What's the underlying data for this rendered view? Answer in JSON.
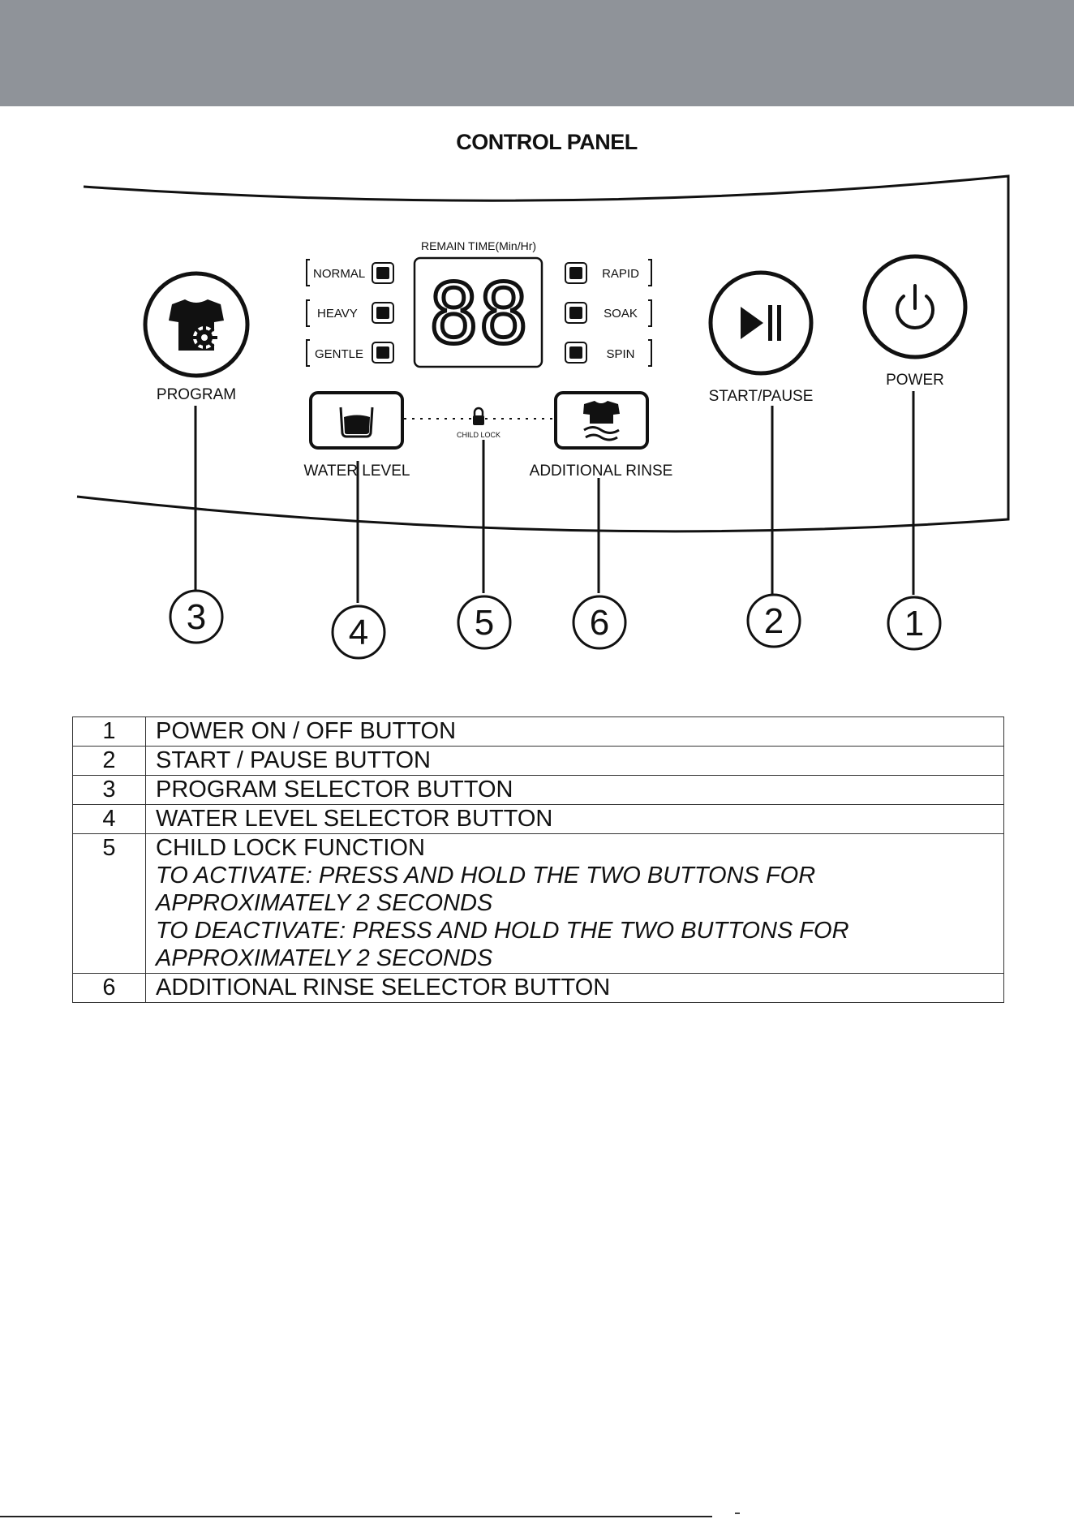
{
  "page": {
    "title": "CONTROL PANEL"
  },
  "panel": {
    "display_label": "REMAIN TIME(Min/Hr)",
    "display_digits": "88",
    "left_programs": [
      "NORMAL",
      "HEAVY",
      "GENTLE"
    ],
    "right_programs": [
      "RAPID",
      "SOAK",
      "SPIN"
    ],
    "program_label": "PROGRAM",
    "start_pause_label": "START/PAUSE",
    "power_label": "POWER",
    "water_level_label": "WATER LEVEL",
    "child_lock_label": "CHILD LOCK",
    "additional_rinse_label": "ADDITIONAL RINSE",
    "callouts": {
      "program": "3",
      "water_level": "4",
      "child_lock": "5",
      "additional_rinse": "6",
      "start_pause": "2",
      "power": "1"
    }
  },
  "legend": {
    "rows": [
      {
        "num": "1",
        "text": "POWER ON / OFF BUTTON"
      },
      {
        "num": "2",
        "text": "START / PAUSE BUTTON"
      },
      {
        "num": "3",
        "text": "PROGRAM SELECTOR BUTTON"
      },
      {
        "num": "4",
        "text": "WATER LEVEL SELECTOR BUTTON"
      },
      {
        "num": "5",
        "text": "CHILD LOCK FUNCTION",
        "notes": [
          "TO ACTIVATE:  PRESS AND HOLD THE TWO BUTTONS FOR",
          "APPROXIMATELY 2 SECONDS",
          "TO DEACTIVATE:  PRESS AND HOLD THE TWO BUTTONS FOR",
          "APPROXIMATELY 2 SECONDS"
        ]
      },
      {
        "num": "6",
        "text": "ADDITIONAL RINSE SELECTOR BUTTON"
      }
    ]
  }
}
